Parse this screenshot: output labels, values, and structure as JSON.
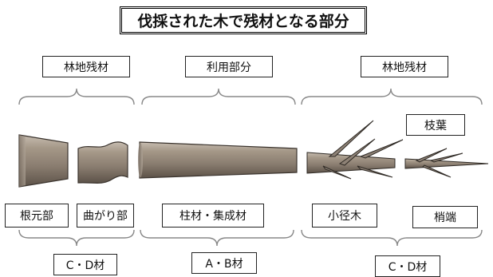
{
  "title": "伐採された木で残材となる部分",
  "top_labels": {
    "left": "林地残材",
    "center": "利用部分",
    "right": "林地残材"
  },
  "parts": {
    "butt": "根元部",
    "bent": "曲がり部",
    "pillar": "柱材・集成材",
    "small": "小径木",
    "tip": "梢端",
    "branches": "枝葉"
  },
  "grades": {
    "left": "C・D材",
    "center": "A・B材",
    "right": "C・D材"
  },
  "colors": {
    "wood": "#9a8d7f",
    "wood_dark": "#5e544a",
    "outline": "#222222"
  }
}
